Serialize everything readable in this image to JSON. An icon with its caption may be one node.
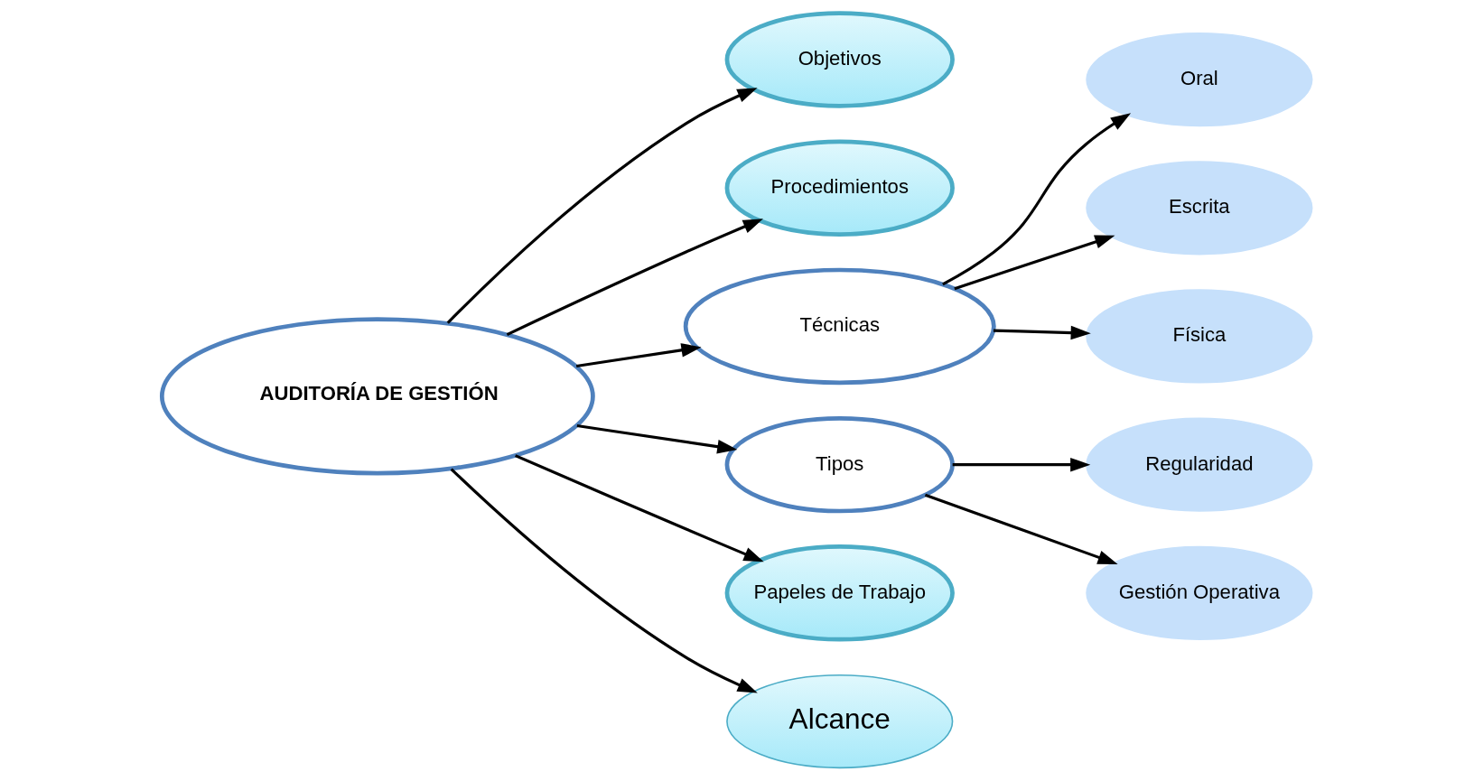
{
  "diagram": {
    "nodes": [
      {
        "text": [
          "AUDITORÍA DE GESTIÓN"
        ]
      },
      {
        "text": [
          "Objetivos"
        ]
      },
      {
        "text": [
          "Procedimientos"
        ]
      },
      {
        "text": [
          "Técnicas"
        ]
      },
      {
        "text": [
          "Oral"
        ]
      },
      {
        "text": [
          "Escrita"
        ]
      },
      {
        "text": [
          "Física"
        ]
      },
      {
        "text": [
          "Tipos"
        ]
      },
      {
        "text": [
          "Regularidad"
        ]
      },
      {
        "text": [
          "Gestión Operativa"
        ]
      },
      {
        "text": [
          "Papeles de Trabajo"
        ]
      },
      {
        "text": [
          "Alcance"
        ]
      }
    ],
    "edges": [
      {
        "from": 0,
        "to": 1,
        "arrow": "to"
      },
      {
        "from": 0,
        "to": 2,
        "arrow": "to"
      },
      {
        "from": 0,
        "to": 3,
        "arrow": "to"
      },
      {
        "from": 0,
        "to": 7,
        "arrow": "to"
      },
      {
        "from": 0,
        "to": 10,
        "arrow": "to"
      },
      {
        "from": 0,
        "to": 11,
        "arrow": "to"
      },
      {
        "from": 3,
        "to": 4,
        "arrow": "to"
      },
      {
        "from": 3,
        "to": 5,
        "arrow": "to"
      },
      {
        "from": 3,
        "to": 6,
        "arrow": "to"
      },
      {
        "from": 7,
        "to": 8,
        "arrow": "to"
      },
      {
        "from": 7,
        "to": 9,
        "arrow": "to"
      }
    ]
  }
}
